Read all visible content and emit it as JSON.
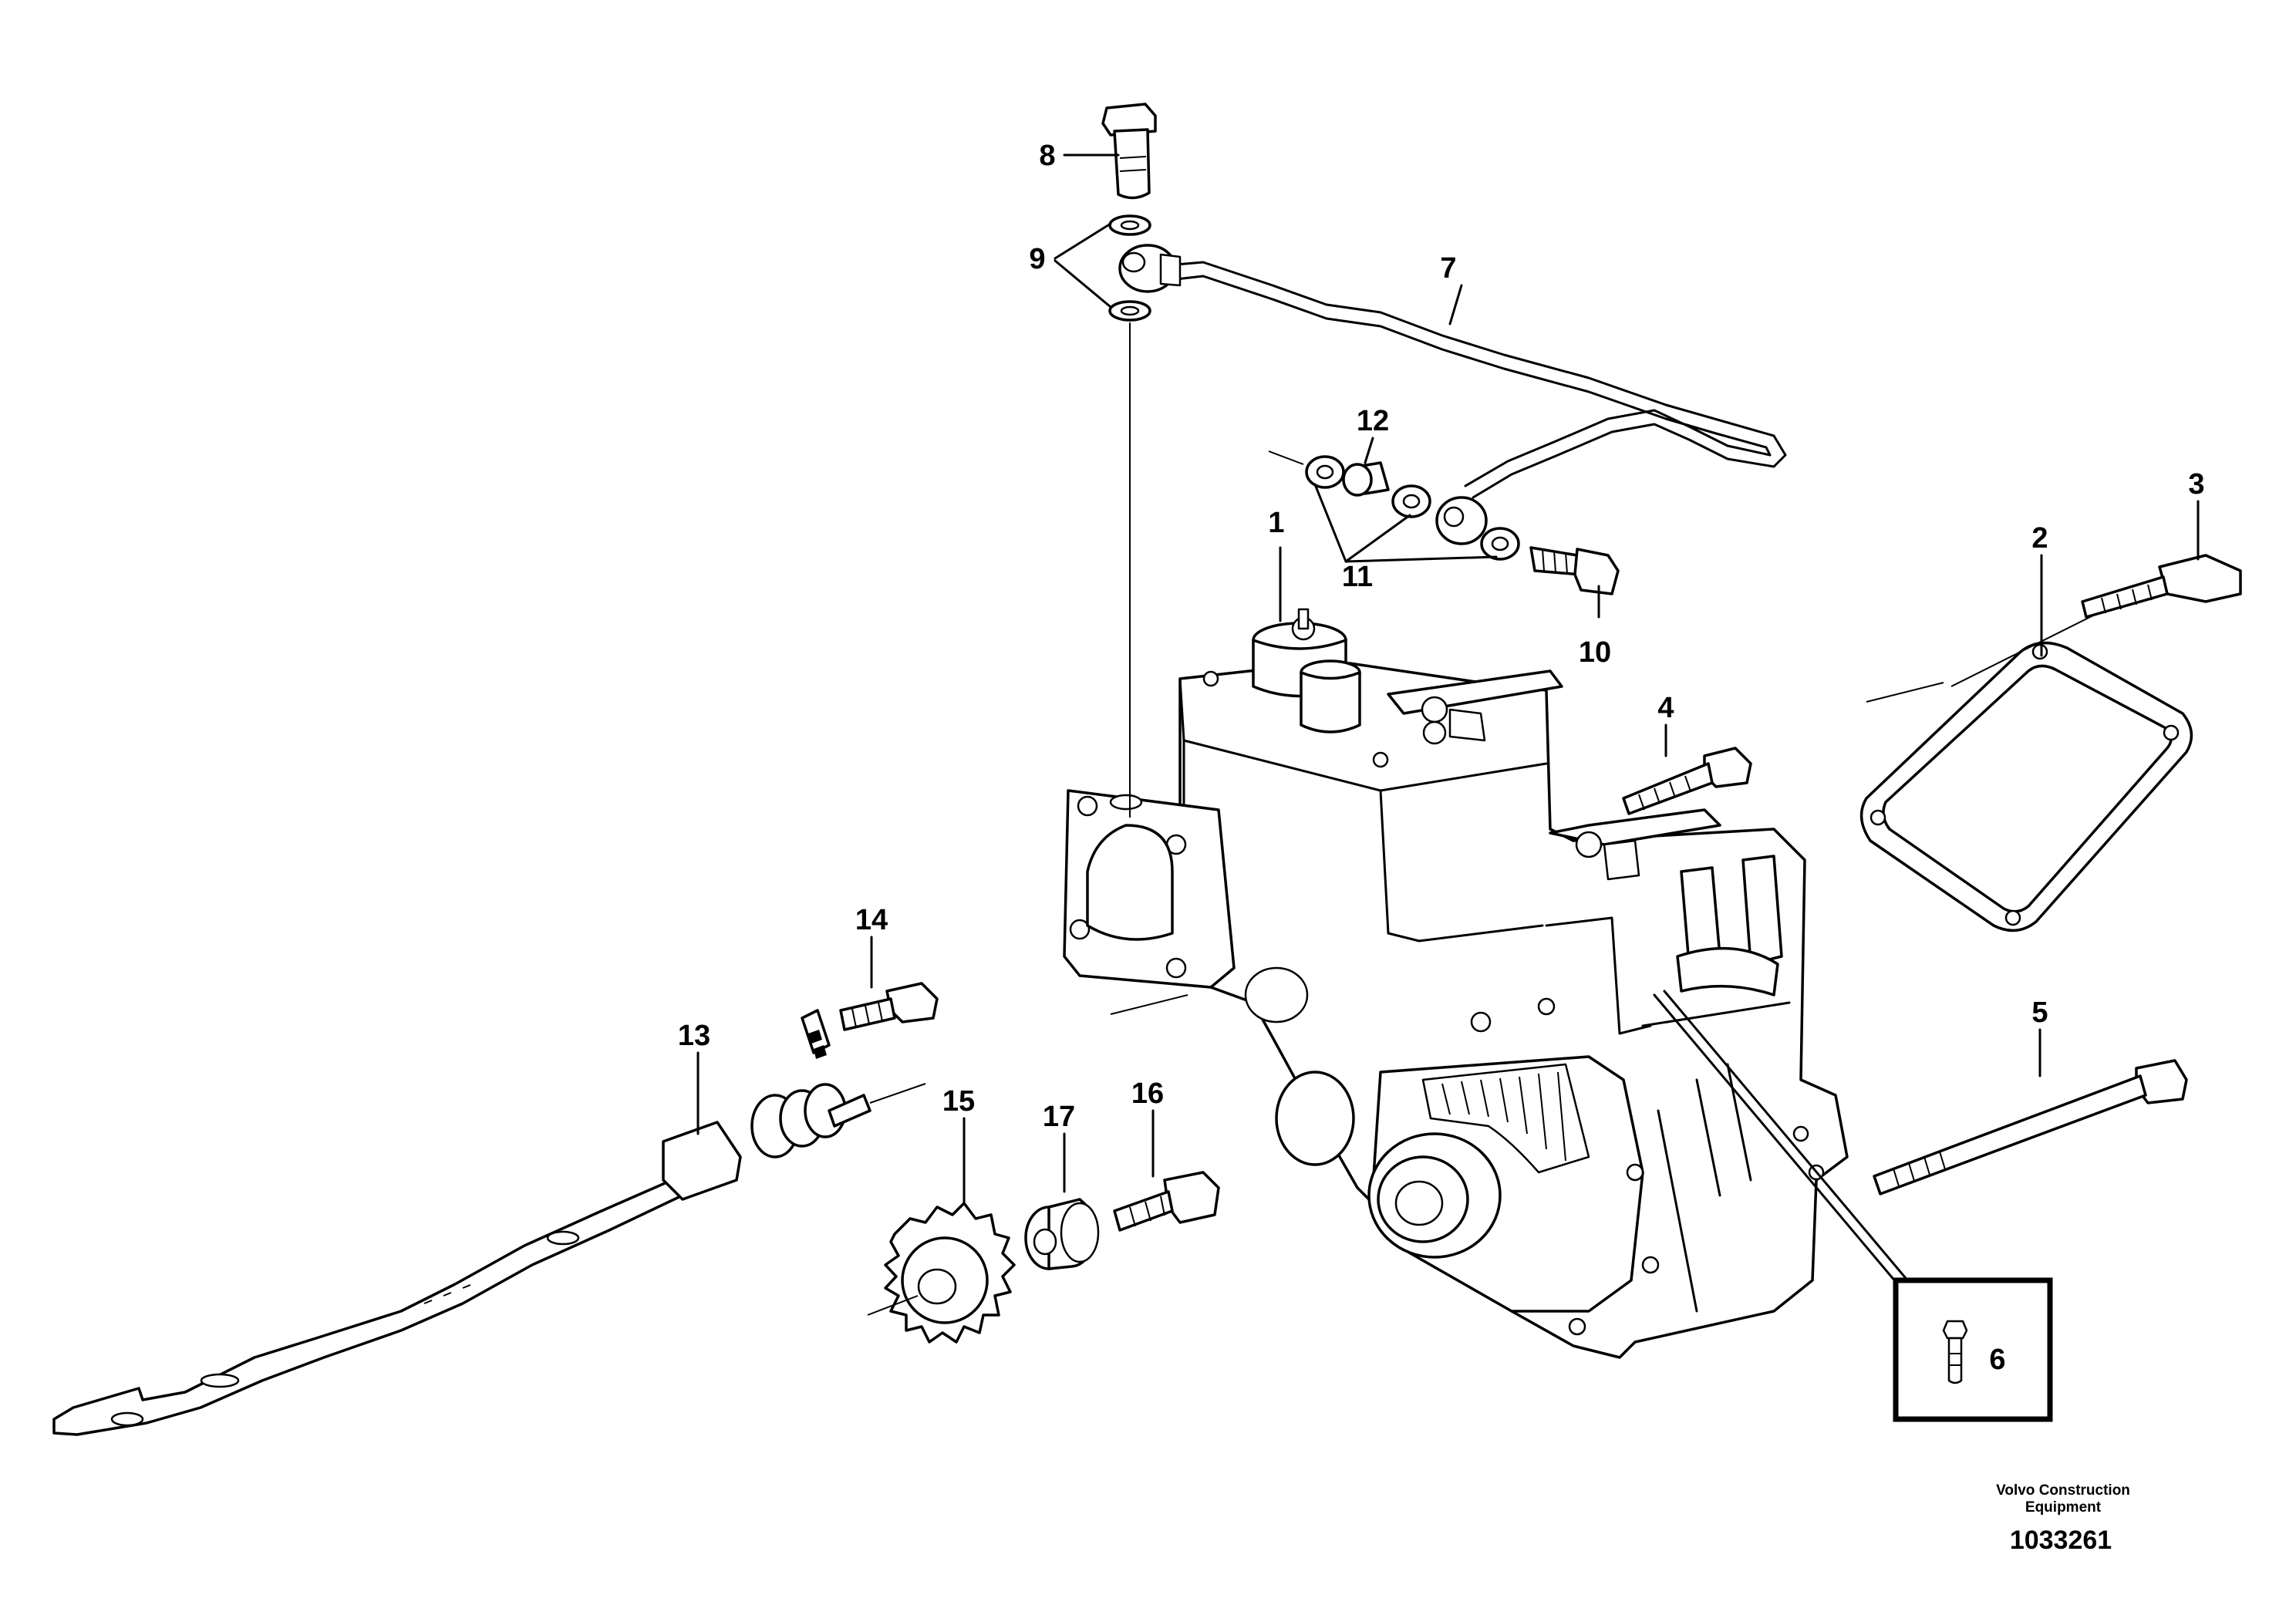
{
  "diagram": {
    "callouts": [
      "1",
      "2",
      "3",
      "4",
      "5",
      "6",
      "7",
      "8",
      "9",
      "10",
      "11",
      "12",
      "13",
      "14",
      "15",
      "16",
      "17"
    ],
    "manufacturer_credit": [
      "Volvo Construction",
      "Equipment"
    ],
    "document_number": "1033261"
  }
}
